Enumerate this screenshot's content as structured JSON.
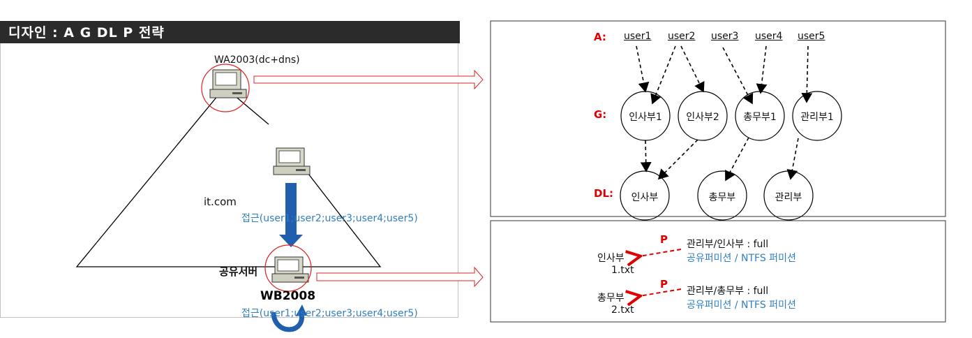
{
  "title": "디자인 : A  G  DL  P 전략",
  "left": {
    "dc_label": "WA2003(dc+dns)",
    "domain_label": "it.com",
    "access_top": "접근(user1;user2;user3;user4;user5)",
    "server_label": "공유서버",
    "server_name": "WB2008",
    "access_bottom": "접근(user1;user2;user3;user4;user5)"
  },
  "agdlp": {
    "row_a": "A:",
    "row_g": "G:",
    "row_dl": "DL:",
    "users": [
      "user1",
      "user2",
      "user3",
      "user4",
      "user5"
    ],
    "groups": [
      "인사부1",
      "인사부2",
      "총무부1",
      "관리부1"
    ],
    "domain_locals": [
      "인사부",
      "총무부",
      "관리부"
    ]
  },
  "permissions": {
    "items": [
      {
        "folder": "인사부",
        "file": "1.txt",
        "p": "P",
        "grant": "관리부/인사부 :  full",
        "type": "공유퍼미션 / NTFS 퍼미션"
      },
      {
        "folder": "총무부",
        "file": "2.txt",
        "p": "P",
        "grant": "관리부/총무부 : full",
        "type": "공유퍼미션 / NTFS 퍼미션"
      }
    ]
  },
  "colors": {
    "title_bg": "#2b2b2b",
    "red": "#e00000",
    "blue_text": "#2f7fc1",
    "blue_arrow": "#1f5fae"
  },
  "icons": [
    "computer-icon",
    "computer-icon",
    "computer-icon"
  ]
}
